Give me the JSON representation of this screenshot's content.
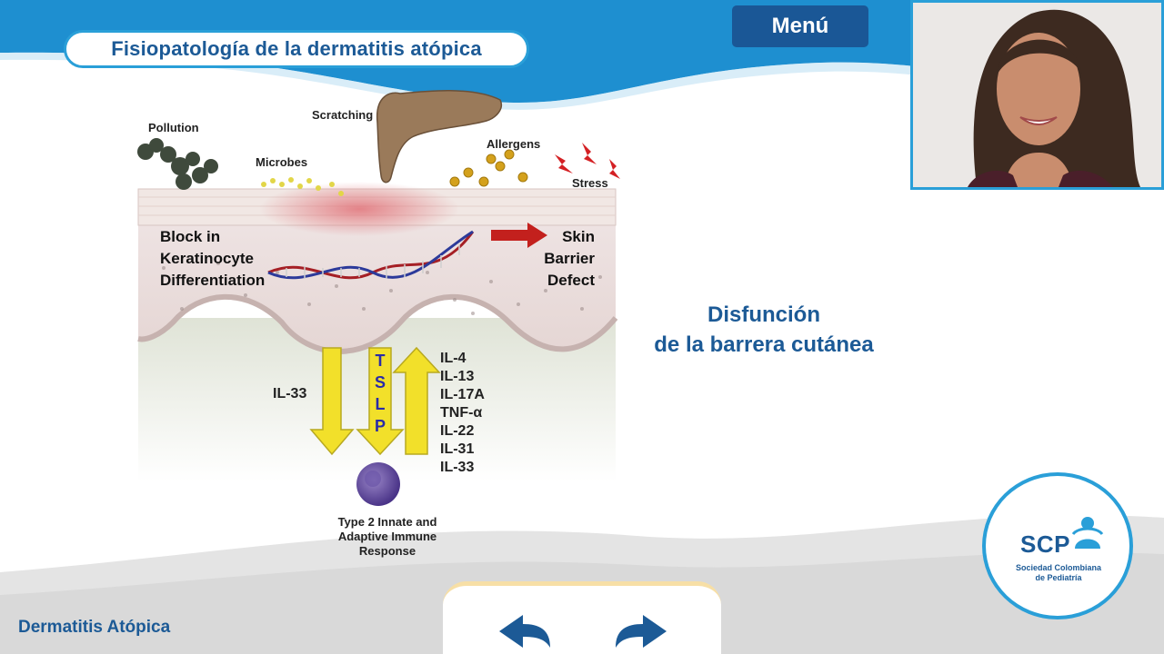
{
  "header": {
    "title": "Fisiopatología de la dermatitis atópica",
    "menu_label": "Menú"
  },
  "diagram": {
    "labels": {
      "pollution": "Pollution",
      "scratching": "Scratching",
      "microbes": "Microbes",
      "allergens": "Allergens",
      "stress": "Stress",
      "block_line1": "Block in",
      "block_line2": "Keratinocyte",
      "block_line3": "Differentiation",
      "skin_line1": "Skin",
      "skin_line2": "Barrier",
      "skin_line3": "Defect",
      "il33_left": "IL-33",
      "tslp": [
        "T",
        "S",
        "L",
        "P"
      ],
      "cytokines": [
        "IL-4",
        "IL-13",
        "IL-17A",
        "TNF-α",
        "IL-22",
        "IL-31",
        "IL-33"
      ],
      "response_line1": "Type 2 Innate and",
      "response_line2": "Adaptive Immune",
      "response_line3": "Response"
    }
  },
  "caption": {
    "line1": "Disfunción",
    "line2": "de la barrera cutánea"
  },
  "footer": {
    "title": "Dermatitis Atópica"
  },
  "logo": {
    "acronym": "SCP",
    "line1": "Sociedad Colombiana",
    "line2": "de Pediatría"
  },
  "colors": {
    "accent_blue": "#2a9fd8",
    "dark_blue": "#1c5a96",
    "arrow_yellow": "#f2e02a",
    "defect_red": "#c3201d"
  },
  "icons": {
    "prev": "undo-arrow-icon",
    "next": "redo-arrow-icon"
  }
}
